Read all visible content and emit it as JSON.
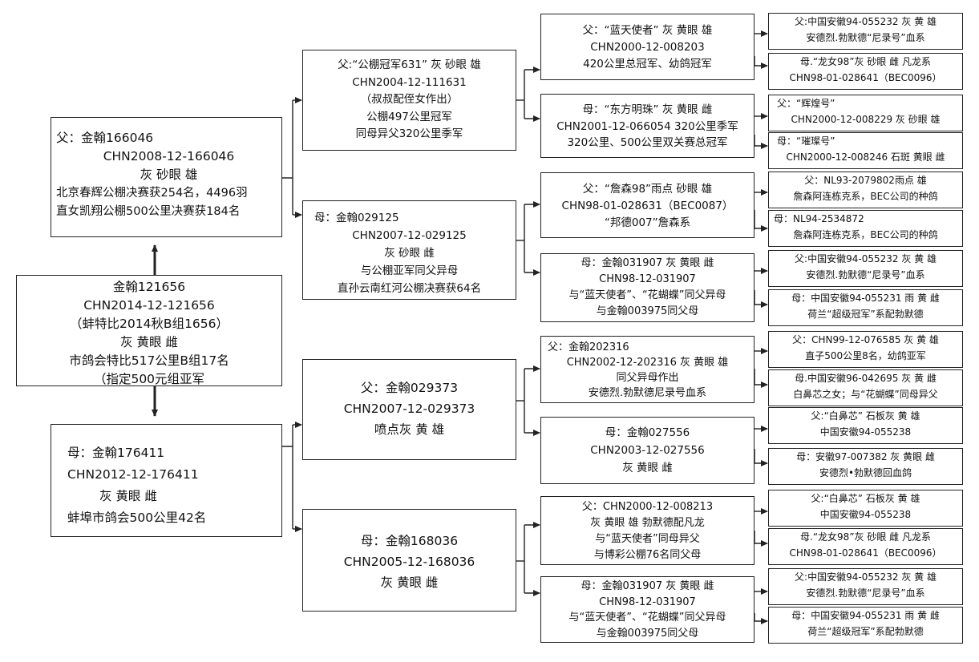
{
  "subject": {
    "lines": [
      "金翰121656",
      "CHN2014-12-121656",
      "（蚌特比2014秋B组1656）",
      "灰 黄眼 雌",
      "市鸽会特比517公里B组17名",
      "（指定500元组亚军"
    ]
  },
  "sire": {
    "lines": [
      "父：金翰166046",
      "CHN2008-12-166046",
      "灰 砂眼 雄",
      "北京春辉公棚决赛获254名，4496羽",
      "直女凯翔公棚500公里决赛获184名"
    ]
  },
  "dam": {
    "lines": [
      "母：金翰176411",
      "CHN2012-12-176411",
      "灰 黄眼 雌",
      "蚌埠市鸽会500公里42名"
    ]
  },
  "gen2": [
    {
      "lines": [
        "父:“公棚冠军631” 灰 砂眼 雄",
        "CHN2004-12-111631",
        "（叔叔配侄女作出）",
        "公棚497公里冠军",
        "同母异父320公里季军"
      ]
    },
    {
      "lines": [
        "母：金翰029125",
        "CHN2007-12-029125",
        "灰 砂眼 雌",
        "与公棚亚军同父异母",
        "直孙云南红河公棚决赛获64名"
      ]
    },
    {
      "lines": [
        "父：金翰029373",
        "CHN2007-12-029373",
        "喷点灰 黄 雄"
      ]
    },
    {
      "lines": [
        "母：金翰168036",
        "CHN2005-12-168036",
        "灰 黄眼 雌"
      ]
    }
  ],
  "gen3": [
    {
      "lines": [
        "父：“蓝天使者” 灰 黄眼 雄",
        "CHN2000-12-008203",
        "420公里总冠军、幼鸽冠军"
      ]
    },
    {
      "lines": [
        "母：“东方明珠” 灰 黄眼 雌",
        "CHN2001-12-066054 320公里季军",
        "320公里、500公里双关赛总冠军"
      ]
    },
    {
      "lines": [
        "父：“詹森98”雨点 砂眼 雄",
        "CHN98-01-028631（BEC0087）",
        "“邦德007”詹森系"
      ]
    },
    {
      "lines": [
        "母：金翰031907 灰 黄眼 雌",
        "CHN98-12-031907",
        "与“蓝天使者”、“花蝴蝶”同父异母",
        "与金翰003975同父母"
      ]
    },
    {
      "lines": [
        "父：金翰202316",
        "CHN2002-12-202316 灰 黄眼 雄",
        "同父异母作出",
        "安德烈.勃默德尼录号血系"
      ]
    },
    {
      "lines": [
        "母：金翰027556",
        "CHN2003-12-027556",
        "灰 黄眼 雌"
      ]
    },
    {
      "lines": [
        "父：CHN2000-12-008213",
        "灰 黄眼 雄 勃默德配凡龙",
        "与“蓝天使者”同母异父",
        "与博彩公棚76名同父母"
      ]
    },
    {
      "lines": [
        "母：金翰031907 灰 黄眼 雌",
        "CHN98-12-031907",
        "与“蓝天使者”、“花蝴蝶”同父异母",
        "与金翰003975同父母"
      ]
    }
  ],
  "gen4": [
    {
      "lines": [
        "父:中国安徽94-055232 灰 黄 雄",
        "安德烈.勃默德“尼录号”血系"
      ]
    },
    {
      "lines": [
        "母.“龙女98”灰 砂眼 雌 凡龙系",
        "CHN98-01-028641（BEC0096）"
      ]
    },
    {
      "lines": [
        "父：“辉煌号”",
        "CHN2000-12-008229 灰 砂眼 雄"
      ]
    },
    {
      "lines": [
        "母：“璀璨号”",
        "CHN2000-12-008246 石斑 黄眼 雌"
      ]
    },
    {
      "lines": [
        "父：NL93-2079802雨点 雄",
        "詹森阿连栋克系，BEC公司的种鸽"
      ]
    },
    {
      "lines": [
        "母：NL94-2534872",
        "詹森阿连栋克系，BEC公司的种鸽"
      ]
    },
    {
      "lines": [
        "父:中国安徽94-055232 灰 黄 雄",
        "安德烈.勃默德“尼录号”血系"
      ]
    },
    {
      "lines": [
        "母：中国安徽94-055231 雨 黄 雌",
        "荷兰“超级冠军”系配勃默德"
      ]
    },
    {
      "lines": [
        "父：CHN99-12-076585 灰 黄 雄",
        "直子500公里8名，幼鸽亚军"
      ]
    },
    {
      "lines": [
        "母.中国安徽96-042695 灰 黄 雌",
        "白鼻芯之女；与“花蝴蝶”同母异父"
      ]
    },
    {
      "lines": [
        "父:“白鼻芯” 石板灰 黄 雄",
        "中国安徽94-055238"
      ]
    },
    {
      "lines": [
        "母：安徽97-007382 灰 黄眼 雌",
        "安德烈•勃默德回血鸽"
      ]
    },
    {
      "lines": [
        "父:“白鼻芯” 石板灰 黄 雄",
        "中国安徽94-055238"
      ]
    },
    {
      "lines": [
        "母.“龙女98”灰 砂眼 雌 凡龙系",
        "CHN98-01-028641（BEC0096）"
      ]
    },
    {
      "lines": [
        "父:中国安徽94-055232 灰 黄 雄",
        "安德烈.勃默德“尼录号”血系"
      ]
    },
    {
      "lines": [
        "母：中国安徽94-055231 雨 黄 雌",
        "荷兰“超级冠军”系配勃默德"
      ]
    }
  ]
}
